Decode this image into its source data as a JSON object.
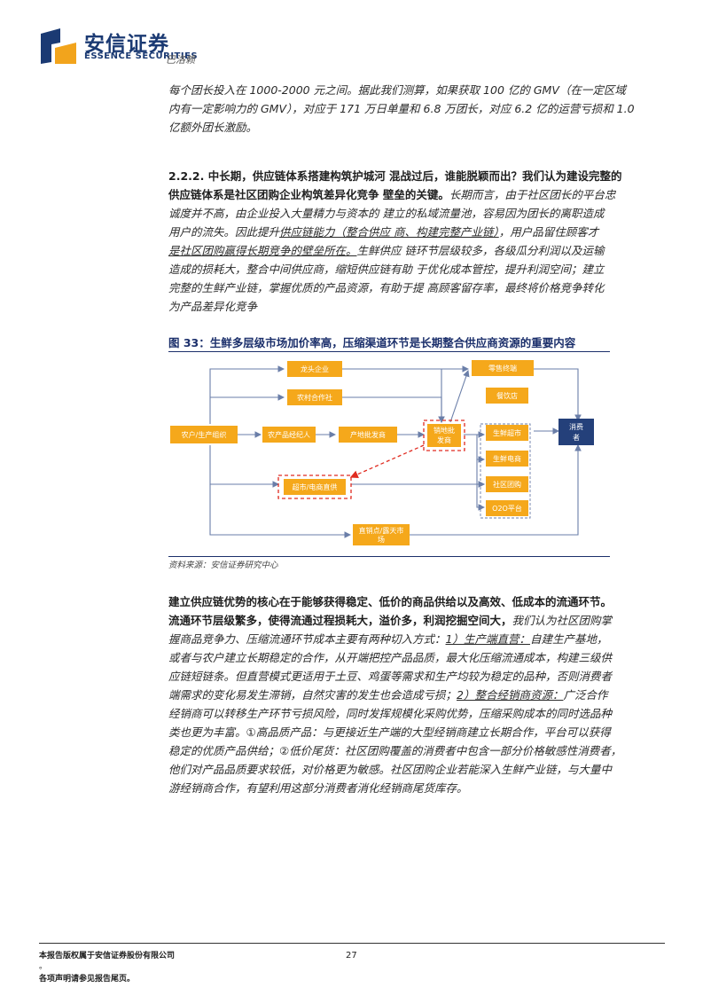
{
  "header": {
    "brand_cn": "安信证券",
    "brand_en": "ESSENCE SECURITIES",
    "stamp": "巴洛赖"
  },
  "para1": {
    "l1": "每个团长投入在 1000-2000 元之间。据此我们测算，如果获取 100 亿的 GMV（在一定区域",
    "l2": "内有一定影响力的 GMV），对应于 171 万日单量和 6.8 万团长，对应 6.2 亿的运营亏损和 1.0",
    "l3": "亿额外团长激励。"
  },
  "para2": {
    "l1_bold": "2.2.2. 中长期，供应链体系搭建构筑护城河 混战过后，谁能脱颖而出？我们认为建设完整的",
    "l2_bold": "供应链体系是社区团购企业构筑差异化竞争 壁垒的关键。",
    "l2_rest": "长期而言，由于社区团长的平台忠",
    "l3": "诚度并不高，由企业投入大量精力与资本的 建立的私域流量池，容易因为团长的离职造成",
    "l4_a": "用户的流失。因此提升",
    "l4_ul": "供应链能力（整合供应 商、构建完整产业链）",
    "l4_b": "，用户品留住顾客才",
    "l5_ul": "是社区团购赢得长期竞争的壁垒所在。",
    "l5_rest": "生鲜供应 链环节层级较多，各级瓜分利润以及运输",
    "l6": "造成的损耗大，整合中间供应商，缩短供应链有助 于优化成本管控，提升利润空间；建立",
    "l7": "完整的生鲜产业链，掌握优质的产品资源，有助于提 高顾客留存率，最终将价格竞争转化",
    "l8": "为产品差异化竞争"
  },
  "figure": {
    "title": "图 33：生鲜多层级市场加价率高，压缩渠道环节是长期整合供应商资源的重要内容",
    "source": "资料来源：安信证券研究中心",
    "nodes": {
      "farmer": "农户/生产组织",
      "leader": "龙头企业",
      "coop": "农村合作社",
      "broker": "农产品经纪人",
      "origin": "产地批发商",
      "sales1": "销地批",
      "sales2": "发商",
      "retail": "零售终端",
      "restaurant": "餐饮店",
      "supermarket": "生鲜超市",
      "ecom": "生鲜电商",
      "group": "社区团购",
      "o2o": "O2O平台",
      "direct": "超市/电商直供",
      "consumer1": "消费",
      "consumer2": "者",
      "sales_direct1": "直销点/露天市",
      "sales_direct2": "场"
    }
  },
  "para3": {
    "l1_bold": "建立供应链优势的核心在于能够获得稳定、低价的商品供给以及高效、低成本的流通环节。",
    "l2_bold": "流通环节层级繁多，使得流通过程损耗大，溢价多，利润挖掘空间大，",
    "l2_rest": "我们认为社区团购掌",
    "l3_a": "握商品竞争力、压缩流通环节成本主要有两种切入方式：",
    "l3_ul": "1）生产端直营：",
    "l3_b": "自建生产基地，",
    "l4": "或者与农户建立长期稳定的合作，从开端把控产品品质，最大化压缩流通成本，构建三级供",
    "l5": "应链短链条。但直营模式更适用于土豆、鸡蛋等需求和生产均较为稳定的品种，否则消费者",
    "l6_a": "端需求的变化易发生滞销，自然灾害的发生也会造成亏损；",
    "l6_ul": "2）整合经销商资源：",
    "l6_b": "广泛合作",
    "l7": "经销商可以转移生产环节亏损风险，同时发挥规模化采购优势，压缩采购成本的同时选品种",
    "l8": "类也更为丰富。①高品质产品：与更接近生产端的大型经销商建立长期合作，平台可以获得",
    "l9": "稳定的优质产品供给；②低价尾货：社区团购覆盖的消费者中包含一部分价格敏感性消费者，",
    "l10": "他们对产品品质要求较低，对价格更为敏感。社区团购企业若能深入生鲜产业链，与大量中",
    "l11": "游经销商合作，有望利用这部分消费者消化经销商尾货库存。"
  },
  "footer": {
    "copyright": "本报告版权属于安信证券股份有限公司",
    "bullet": "。",
    "disclaimer": "各项声明请参见报告尾页。",
    "page": "27"
  },
  "colors": {
    "box_fill": "#f5a81b",
    "box_blue": "#24407a",
    "arrow": "#6a7ea8",
    "dash_red": "#e02b20",
    "brand": "#1b3a73"
  }
}
